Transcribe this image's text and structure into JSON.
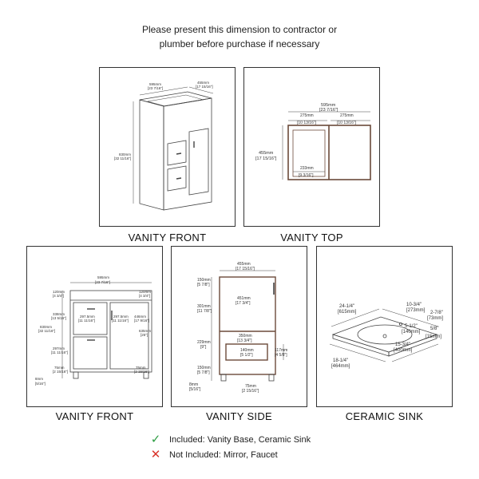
{
  "notice": {
    "line1": "Please present this dimension to contractor or",
    "line2": "plumber before purchase if necessary"
  },
  "panels": {
    "vanity_front_3d": {
      "caption": "VANITY FRONT",
      "dims": {
        "width_mm": "595mm",
        "width_in": "[23 7/16\"]",
        "depth_mm": "455mm",
        "depth_in": "[17 15/16\"]",
        "height_mm": "830mm",
        "height_in": "[32 11/16\"]"
      }
    },
    "vanity_top": {
      "caption": "VANITY TOP",
      "dims": {
        "width_mm": "595mm",
        "width_in": "[23 7/16\"]",
        "left_mm": "275mm",
        "left_in": "[10 13/16\"]",
        "right_mm": "275mm",
        "right_in": "[10 13/16\"]",
        "depth_mm": "455mm",
        "depth_in": "[17 15/16\"]",
        "inner_mm": "233mm",
        "inner_in": "[9 3/16\"]"
      }
    },
    "vanity_front_2d": {
      "caption": "VANITY FRONT",
      "dims": {
        "width_mm": "595mm",
        "width_in": "[23 7/16\"]",
        "top_left_mm": "120mm",
        "top_left_in": "[4 3/4\"]",
        "top_right_mm": "120mm",
        "top_right_in": "[4 3/4\"]",
        "drawer_mm": "338mm",
        "drawer_in": "[13 5/16\"]",
        "height_mm": "830mm",
        "height_in": "[32 11/16\"]",
        "lower_mm": "297mm",
        "lower_in": "[11 11/16\"]",
        "left_open_mm": "297.5mm",
        "left_open_in": "[11 11/16\"]",
        "right_open_mm": "297.5mm",
        "right_open_in": "[11 11/16\"]",
        "door_mm": "446mm",
        "door_in": "[17 9/16\"]",
        "door_inner_mm": "635mm",
        "door_inner_in": "[25\"]",
        "leg_left_mm": "75mm",
        "leg_left_in": "[2 15/16\"]",
        "leg_right_mm": "75mm",
        "leg_right_in": "[2 15/16\"]",
        "gap_mm": "8mm",
        "gap_in": "[5/16\"]"
      }
    },
    "vanity_side": {
      "caption": "VANITY SIDE",
      "dims": {
        "depth_mm": "455mm",
        "depth_in": "[17 15/16\"]",
        "top_mm": "150mm",
        "top_in": "[5 7/8\"]",
        "upper_mm": "301mm",
        "upper_in": "[11 7/8\"]",
        "inner_mm": "451mm",
        "inner_in": "[17 3/4\"]",
        "mid_mm": "229mm",
        "mid_in": "[9\"]",
        "shelf_mm": "350mm",
        "shelf_in": "[13 3/4\"]",
        "small_mm": "140mm",
        "small_in": "[5 1/2\"]",
        "shelf_h_mm": "117mm",
        "shelf_h_in": "[4 5/8\"]",
        "bottom_mm": "150mm",
        "bottom_in": "[5 7/8\"]",
        "gap_mm": "8mm",
        "gap_in": "[5/16\"]",
        "leg_mm": "75mm",
        "leg_in": "[2 15/16\"]"
      }
    },
    "ceramic_sink": {
      "caption": "CERAMIC SINK",
      "dims": {
        "len_a": "24-1/4\"",
        "len_a_mm": "[615mm]",
        "len_b": "10-3/4\"",
        "len_b_mm": "[273mm]",
        "len_c": "2-7/8\"",
        "len_c_mm": "[73mm]",
        "drain": "5-1/2\"",
        "drain_mm": "[140mm]",
        "rim": "5/8\"",
        "rim_mm": "[15mm]",
        "depth": "18-1/4\"",
        "depth_mm": "[464mm]",
        "width": "15-3/4\"",
        "width_mm": "[400mm]"
      }
    }
  },
  "legend": {
    "included_label": "Included: Vanity Base, Ceramic Sink",
    "excluded_label": "Not Included: Mirror, Faucet",
    "included_mark": "✓",
    "excluded_mark": "✕",
    "included_color": "#2e9e44",
    "excluded_color": "#d9342b"
  }
}
